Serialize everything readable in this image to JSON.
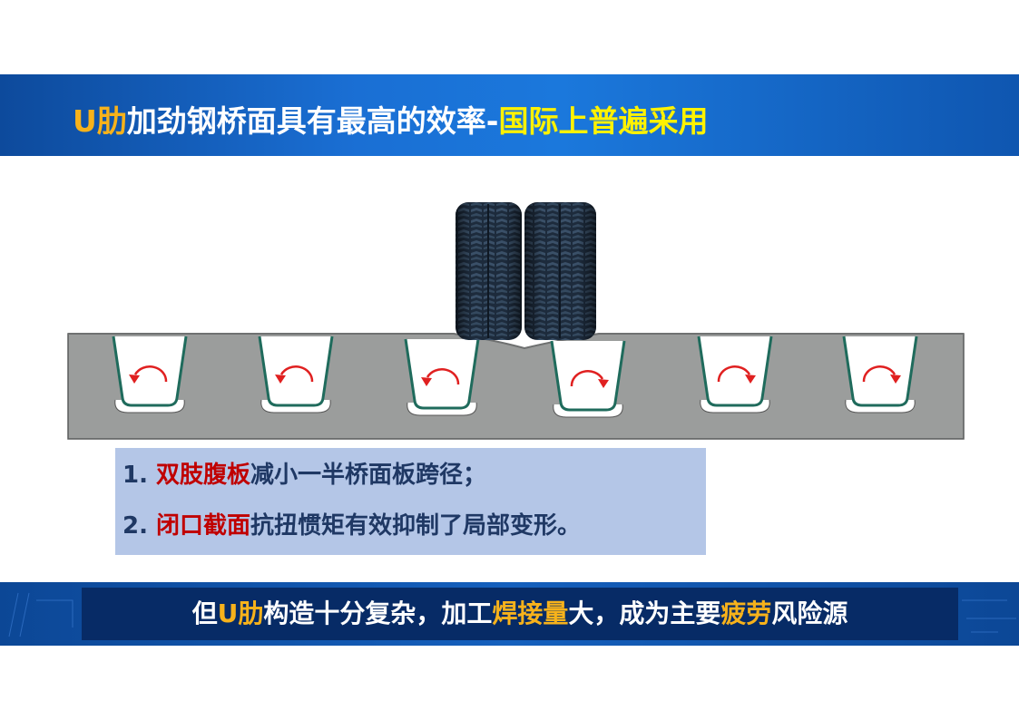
{
  "title": {
    "part1": "U肋",
    "part2": "加劲钢桥面具有最高的效率-",
    "part3": "国际上普遍采用"
  },
  "points": [
    {
      "num": "1. ",
      "highlight": "双肢腹板",
      "rest": "减小一半桥面板跨径；"
    },
    {
      "num": "2. ",
      "highlight": "闭口截面",
      "rest": "抗扭惯矩有效抑制了局部变形。"
    }
  ],
  "bottom": {
    "t1": "但",
    "t2": "U肋",
    "t3": "构造十分复杂，加工",
    "t4": "焊接量",
    "t5": "大，成为主要",
    "t6": "疲劳",
    "t7": "风险源"
  },
  "diagram": {
    "rib_count": 6,
    "arrow_directions": [
      "counterclockwise",
      "counterclockwise",
      "counterclockwise",
      "clockwise",
      "clockwise",
      "clockwise"
    ],
    "deck_color": "#9b9d9c",
    "rib_outline_color": "#1f6b5c",
    "arrow_color": "#e02020",
    "tire_count": 2,
    "tire_color": "#1c2a3a"
  },
  "colors": {
    "title_bar": "#1a6fd4",
    "orange": "#f7b21b",
    "yellow": "#fff200",
    "red": "#c00000",
    "box": "#b4c6e7",
    "bottom_inner": "#072b66"
  }
}
